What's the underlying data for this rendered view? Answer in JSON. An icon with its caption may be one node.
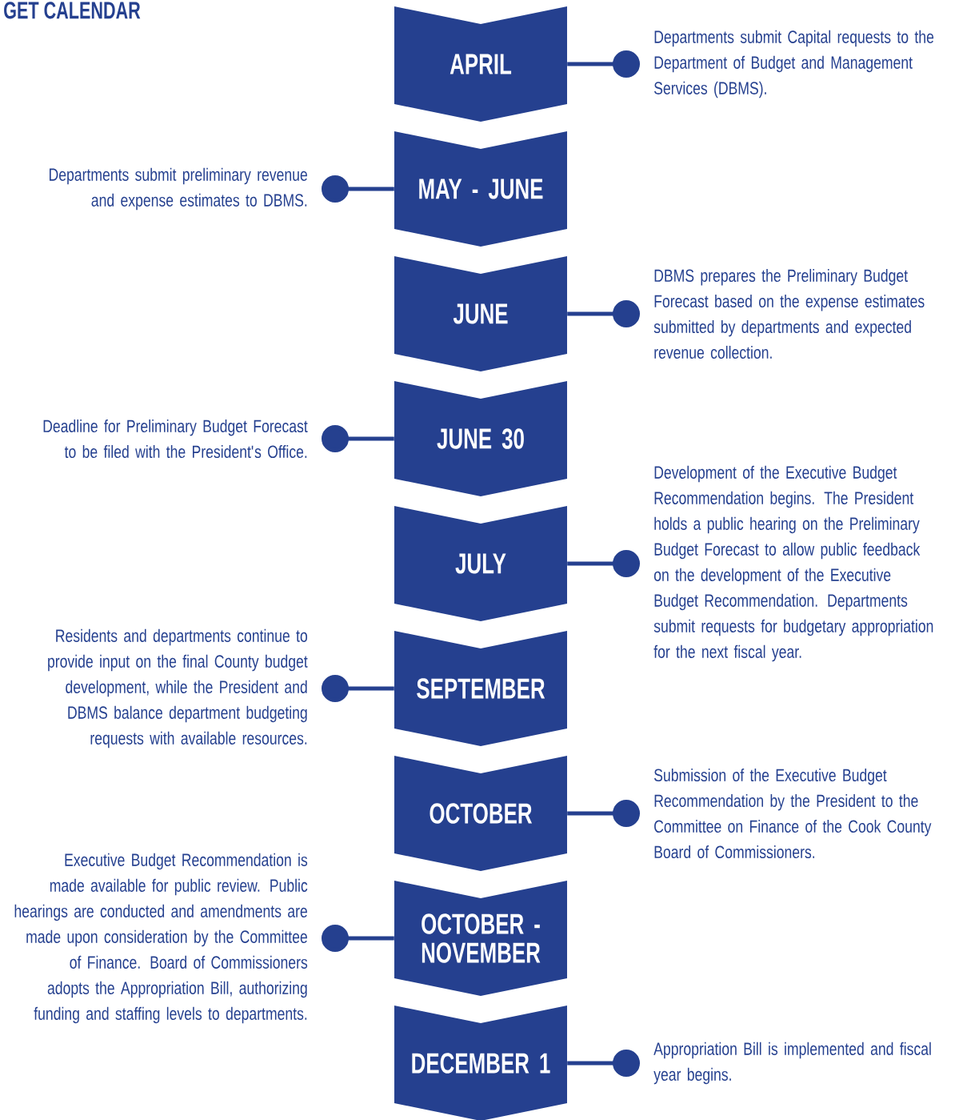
{
  "diagram": {
    "title": "GET CALENDAR",
    "nodes": [
      {
        "text": [
          "APRIL"
        ]
      },
      {
        "text": [
          "Departments submit Capital requests to the Department of Budget and Management Services (DBMS)."
        ]
      },
      {
        "text": [
          "MAY - JUNE"
        ]
      },
      {
        "text": [
          "Departments submit preliminary revenue and expense estimates to DBMS."
        ]
      },
      {
        "text": [
          "JUNE"
        ]
      },
      {
        "text": [
          "DBMS prepares the Preliminary Budget Forecast based on the expense estimates submitted by departments and expected revenue collection."
        ]
      },
      {
        "text": [
          "JUNE 30"
        ]
      },
      {
        "text": [
          "Deadline for Preliminary Budget Forecast to be filed with the President's Office."
        ]
      },
      {
        "text": [
          "JULY"
        ]
      },
      {
        "text": [
          "Development of the Executive Budget Recommendation begins. The President holds a public hearing on the Preliminary Budget Forecast to allow public feedback on the development of the Executive Budget Recommendation. Departments submit requests for budgetary appropriation for the next fiscal year."
        ]
      },
      {
        "text": [
          "SEPTEMBER"
        ]
      },
      {
        "text": [
          "Residents and departments continue to provide input on the final County budget development, while the President and DBMS balance department budgeting requests with available resources."
        ]
      },
      {
        "text": [
          "OCTOBER"
        ]
      },
      {
        "text": [
          "Submission of the Executive Budget Recommendation by the President to the Committee on Finance of the Cook County Board of Commissioners."
        ]
      },
      {
        "text": [
          "OCTOBER - NOVEMBER"
        ]
      },
      {
        "text": [
          "Executive Budget Recommendation is made available for public review. Public hearings are conducted and amendments are made upon consideration by the Committee of Finance. Board of Commissioners adopts the Appropriation Bill, authorizing funding and staffing levels to departments."
        ]
      },
      {
        "text": [
          "DECEMBER 1"
        ]
      },
      {
        "text": [
          "Appropriation Bill is implemented and fiscal year begins."
        ]
      }
    ],
    "edges": [
      {
        "from": 0,
        "to": 1,
        "arrow": "other"
      },
      {
        "from": 2,
        "to": 3,
        "arrow": "other"
      },
      {
        "from": 4,
        "to": 5,
        "arrow": "other"
      },
      {
        "from": 6,
        "to": 7,
        "arrow": "other"
      },
      {
        "from": 8,
        "to": 9,
        "arrow": "other"
      },
      {
        "from": 10,
        "to": 11,
        "arrow": "other"
      },
      {
        "from": 12,
        "to": 13,
        "arrow": "other"
      },
      {
        "from": 14,
        "to": 15,
        "arrow": "other"
      },
      {
        "from": 16,
        "to": 17,
        "arrow": "other"
      }
    ]
  }
}
